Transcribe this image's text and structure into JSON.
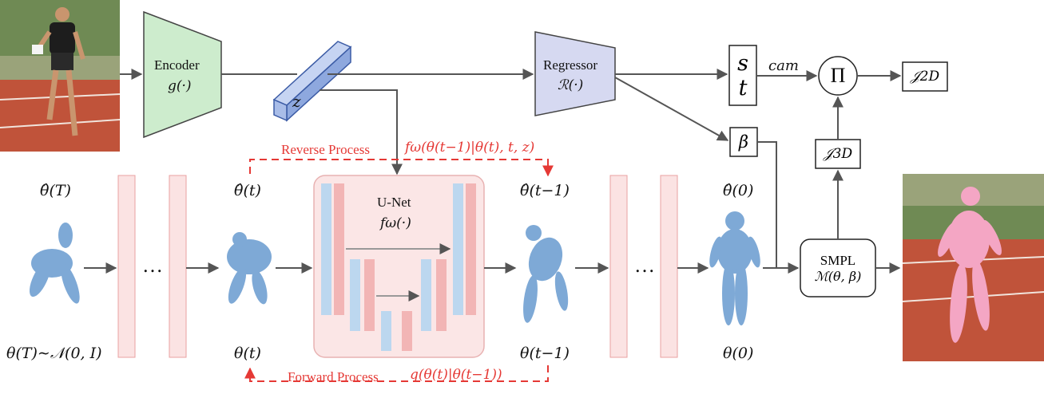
{
  "encoder": {
    "name": "Encoder",
    "func": "g(·)"
  },
  "regressor": {
    "name": "Regressor",
    "func": "ℛ(·)"
  },
  "latent": "z",
  "cam_box": {
    "s": "s",
    "t": "t"
  },
  "cam_label": "cam",
  "projection": "Π",
  "joints2d": "𝒥2D",
  "joints3d": "𝒥3D",
  "beta": "β",
  "smpl": {
    "name": "SMPL",
    "func": "ℳ(θ, β)"
  },
  "unet": {
    "name": "U-Net",
    "func": "fω(·)"
  },
  "reverse": {
    "label": "Reverse Process",
    "formula": "fω(θ(t−1)|θ(t), t, z)"
  },
  "forward": {
    "label": "Forward Process",
    "formula": "q(θ(t)|θ(t−1))"
  },
  "hat_labels": {
    "T": "θ̂(T)",
    "t": "θ̂(t)",
    "tm1": "θ̂(t−1)",
    "zero": "θ̂(0)"
  },
  "theta_labels": {
    "T": "θ(T)∼𝒩(0, I)",
    "t": "θ(t)",
    "tm1": "θ(t−1)",
    "zero": "θ(0)"
  },
  "ellipsis": "…",
  "colors": {
    "encoder": "#cdeccd",
    "regressor": "#d6d9f1",
    "latent": "#a9bde8",
    "red": "#e53935",
    "pink_block": "#fbe3e3",
    "unet_bg": "#fbe6e6",
    "unet_blue": "#bcd7ef",
    "unet_red": "#f2b5b5",
    "mesh": "#7ea9d6",
    "arrow": "#555555"
  }
}
